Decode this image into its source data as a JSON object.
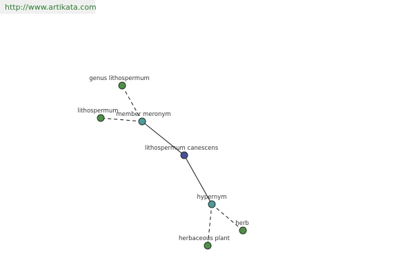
{
  "site": {
    "url": "http://www.artikata.com"
  },
  "colors": {
    "center": "#4a4f9c",
    "relation": "#4f9a9a",
    "leaf": "#4f8f4a",
    "stroke": "#223322",
    "edge": "#111111"
  },
  "graph": {
    "nodes": [
      {
        "id": "lithospermum-canescens",
        "label": "lithospermum canescens",
        "role": "center"
      },
      {
        "id": "member-meronym",
        "label": "member meronym",
        "role": "relation"
      },
      {
        "id": "hypernym",
        "label": "hypernym",
        "role": "relation"
      },
      {
        "id": "genus-lithospermum",
        "label": "genus lithospermum",
        "role": "leaf"
      },
      {
        "id": "lithospermum",
        "label": "lithospermum",
        "role": "leaf"
      },
      {
        "id": "herb",
        "label": "herb",
        "role": "leaf"
      },
      {
        "id": "herbaceous-plant",
        "label": "herbaceous plant",
        "role": "leaf"
      }
    ],
    "edges": [
      {
        "from": "lithospermum-canescens",
        "to": "member-meronym",
        "style": "solid"
      },
      {
        "from": "lithospermum-canescens",
        "to": "hypernym",
        "style": "solid"
      },
      {
        "from": "member-meronym",
        "to": "genus-lithospermum",
        "style": "dashed"
      },
      {
        "from": "member-meronym",
        "to": "lithospermum",
        "style": "dashed"
      },
      {
        "from": "hypernym",
        "to": "herb",
        "style": "dashed"
      },
      {
        "from": "hypernym",
        "to": "herbaceous-plant",
        "style": "dashed"
      }
    ]
  }
}
